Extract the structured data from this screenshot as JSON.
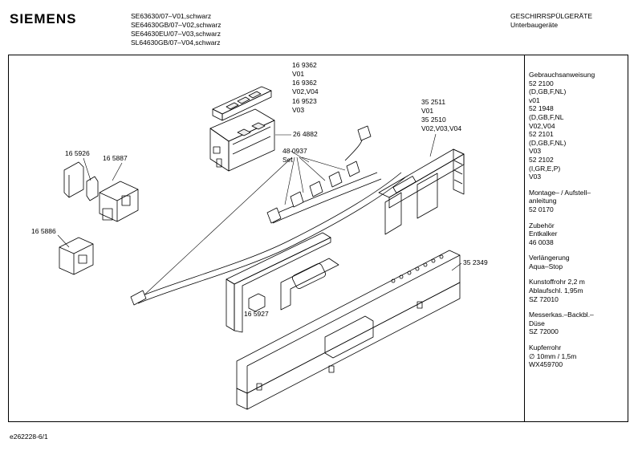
{
  "header": {
    "brand": "SIEMENS",
    "models": [
      "SE63630/07–V01,schwarz",
      "SE64630GB/07–V02,schwarz",
      "SE64630EU/07–V03,schwarz",
      "SL64630GB/07–V04,schwarz"
    ],
    "category_title": "GESCHIRRSPÜLGERÄTE",
    "category_subtitle": "Unterbaugeräte"
  },
  "part_labels": {
    "p169362_a": [
      "16 9362",
      "V01"
    ],
    "p169362_b": [
      "16 9362",
      "V02,V04"
    ],
    "p169523": [
      "16 9523",
      "V03"
    ],
    "p264882": "26 4882",
    "p480937": [
      "48 0937",
      "Set"
    ],
    "p352511": [
      "35 2511",
      "V01"
    ],
    "p352510": [
      "35 2510",
      "V02,V03,V04"
    ],
    "p165926": "16 5926",
    "p165887": "16 5887",
    "p165886": "16 5886",
    "p352349": "35 2349",
    "p165927": "16 5927"
  },
  "sidebar": {
    "blocks": [
      [
        "Gebrauchsanweisung",
        "52 2100",
        "(D,GB,F,NL)",
        "v01",
        "52 1948",
        "(D,GB,F,NL",
        "V02,V04",
        "52 2101",
        "(D,GB,F,NL)",
        "V03",
        "52 2102",
        "(I,GR,E,P)",
        "V03"
      ],
      [
        "Montage– / Aufstell–",
        "anleitung",
        "52 0170"
      ],
      [
        "Zubehör",
        "Entkalker",
        "46 0038"
      ],
      [
        "Verlängerung",
        "Aqua–Stop"
      ],
      [
        "Kunstoffrohr 2,2 m",
        "Ablaufschl. 1,95m",
        "SZ 72010"
      ],
      [
        "Messerkas.–Backbl.–",
        "Düse",
        "SZ 72000"
      ],
      [
        "Kupferrohr",
        "∅ 10mm / 1,5m",
        "WX459700"
      ]
    ]
  },
  "footer": {
    "doc_id": "e262228-6/1"
  }
}
